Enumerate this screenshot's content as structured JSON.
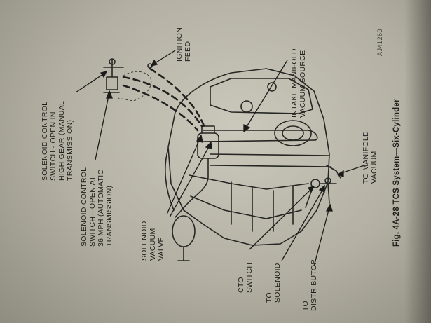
{
  "figure": {
    "caption": "Fig. 4A-28  TCS System—Six-Cylinder",
    "code": "AJ41260"
  },
  "labels": {
    "solenoid_control_switch_manual": [
      "SOLENOID CONTROL",
      "SWITCH - OPEN IN",
      "HIGH GEAR (MANUAL",
      "TRANSMISSION)"
    ],
    "solenoid_control_switch_auto": [
      "SOLENOID CONTROL",
      "SWITCH—OPEN AT",
      "36 MPH (AUTOMATIC",
      "TRANSMISSION)"
    ],
    "solenoid_vacuum_valve": [
      "SOLENOID",
      "VACUUM",
      "VALVE"
    ],
    "ignition_feed": [
      "IGNITION",
      "FEED"
    ],
    "intake_manifold_vacuum_source": [
      "INTAKE MANIFOLD",
      "VACUUM SOURCE"
    ],
    "to_manifold_vacuum": [
      "TO MANIFOLD",
      "VACUUM"
    ],
    "cto_switch": [
      "CTO",
      "SWITCH"
    ],
    "to_solenoid": [
      "TO",
      "SOLENOID"
    ],
    "to_distributor": [
      "TO",
      "DISTRIBUTOR"
    ]
  }
}
